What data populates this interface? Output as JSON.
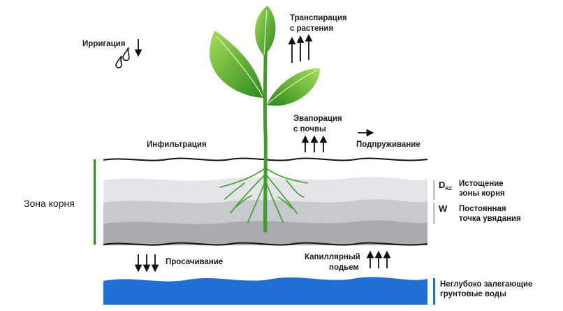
{
  "labels": {
    "irrigation": "Ирригация",
    "transpiration_line1": "Транспирация",
    "transpiration_line2": "с растения",
    "evaporation_line1": "Эвапорация",
    "evaporation_line2": "с почвы",
    "infiltration": "Инфильтрация",
    "runoff": "Подпруживание",
    "root_zone": "Зона корня",
    "drz_symbol": "D",
    "drz_subscript": "RZ",
    "depletion_line1": "Истощение",
    "depletion_line2": "зоны корня",
    "w_symbol": "W",
    "wilting_line1": "Постоянная",
    "wilting_line2": "точка увядания",
    "percolation": "Просачивание",
    "capillary_line1": "Капиллярный",
    "capillary_line2": "подьем",
    "groundwater_line1": "Неглубоко залегающие",
    "groundwater_line2": "грунтовые воды"
  },
  "colors": {
    "leaf_dark": "#2e8b1e",
    "leaf_light": "#8fd14f",
    "stem": "#3f9e2a",
    "soil_top": "#e3e5e8",
    "soil_mid": "#c7c9cc",
    "soil_bottom": "#a9abae",
    "groundwater": "#1f6fd6",
    "root_zone_bar": "#3a8a2a",
    "groundwater_bar": "#1f6fd6",
    "scale_bar": "#c8c8c8"
  },
  "icons": [
    "water-drops-icon",
    "arrow-down-icon",
    "arrow-up-icon",
    "arrow-right-icon"
  ]
}
